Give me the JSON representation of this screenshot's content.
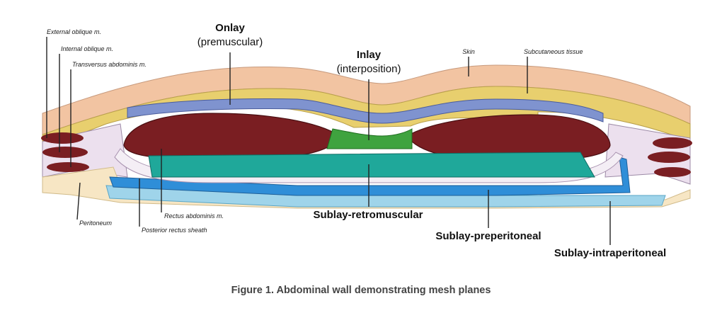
{
  "labels": {
    "external_oblique": "External oblique m.",
    "internal_oblique": "Internal oblique m.",
    "transversus": "Transversus abdominis m.",
    "onlay_title": "Onlay",
    "onlay_sub": "(premuscular)",
    "inlay_title": "Inlay",
    "inlay_sub": "(interposition)",
    "skin": "Skin",
    "subcutaneous": "Subcutaneous tissue",
    "peritoneum": "Peritoneum",
    "rectus": "Rectus abdominis m.",
    "posterior_sheath": "Posterior rectus sheath",
    "sublay_retro": "Sublay-retromuscular",
    "sublay_pre": "Sublay-preperitoneal",
    "sublay_intra": "Sublay-intraperitoneal"
  },
  "caption": "Figure 1. Abdominal wall demonstrating mesh planes",
  "colors": {
    "skin": "#f2c4a2",
    "subcutaneous": "#e8cf6e",
    "onlay_mesh": "#7f93cf",
    "inlay_mesh": "#3fa33f",
    "muscle": "#7a1e22",
    "retro_mesh": "#1fa89a",
    "pre_mesh": "#2f8ed8",
    "intra_mesh": "#9fd4ea",
    "fascia": "#ece0ee"
  }
}
